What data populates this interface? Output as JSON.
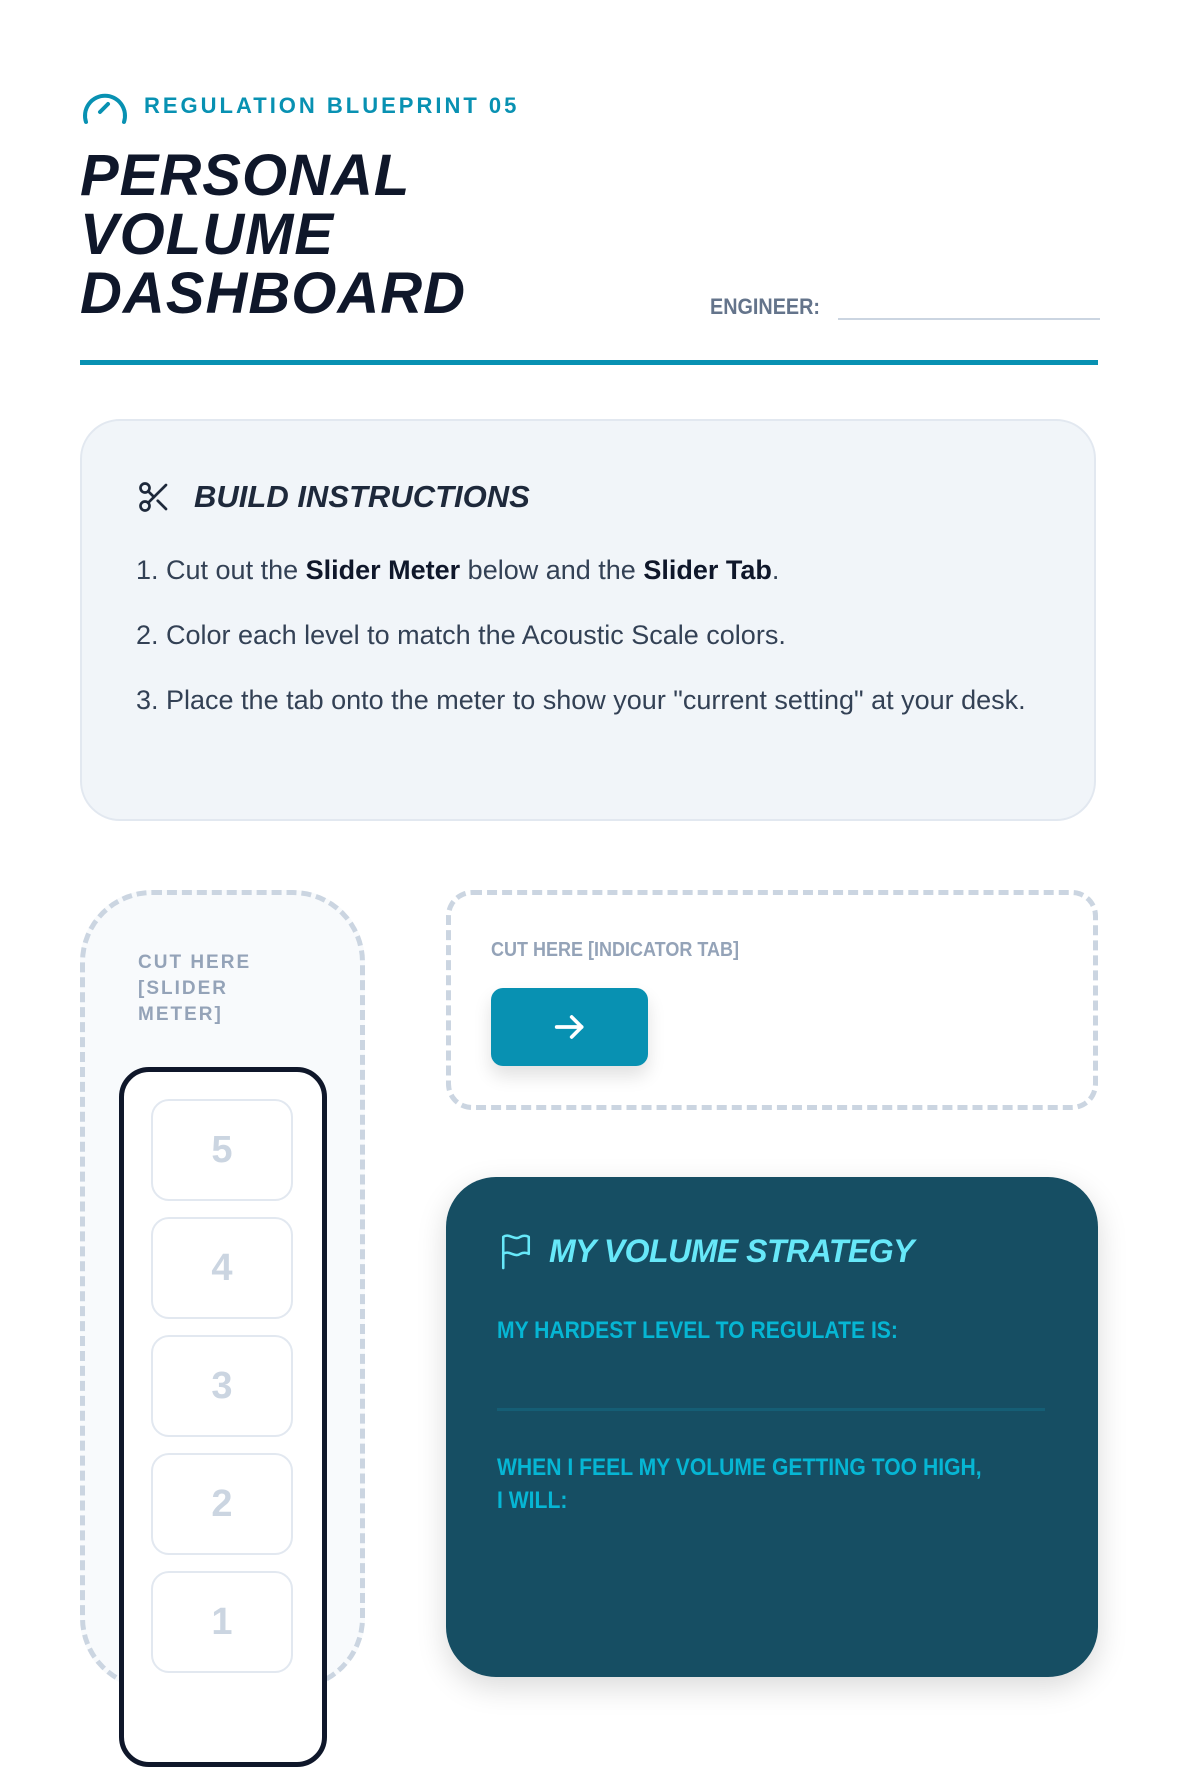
{
  "header": {
    "kicker": "REGULATION BLUEPRINT 05",
    "kicker_icon": "speedometer-icon",
    "title_lines": [
      "PERSONAL",
      "VOLUME",
      "DASHBOARD"
    ],
    "engineer_label": "ENGINEER:",
    "engineer_value": ""
  },
  "instructions": {
    "icon": "scissors-icon",
    "title": "BUILD INSTRUCTIONS",
    "steps": [
      {
        "pre": "1. Cut out the ",
        "b1": "Slider Meter",
        "mid": " below and the ",
        "b2": "Slider Tab",
        "post": "."
      },
      {
        "text": "2. Color each level to match the Acoustic Scale colors."
      },
      {
        "text": "3. Place the tab onto the meter to show your \"current setting\" at your desk."
      }
    ]
  },
  "meter": {
    "cut_label": "CUT HERE [SLIDER METER]",
    "levels": [
      "5",
      "4",
      "3",
      "2",
      "1"
    ]
  },
  "indicator": {
    "cut_label": "CUT HERE [INDICATOR TAB]",
    "tab_icon": "arrow-right-icon"
  },
  "strategy": {
    "icon": "flag-icon",
    "title": "MY VOLUME STRATEGY",
    "q1": "MY HARDEST LEVEL TO REGULATE IS:",
    "q2": "WHEN I FEEL MY VOLUME GETTING TOO HIGH, I WILL:"
  },
  "colors": {
    "accent": "#0891b2",
    "dark": "#0f172a",
    "strategy_bg": "#164e63",
    "strategy_title": "#67e8f9"
  }
}
